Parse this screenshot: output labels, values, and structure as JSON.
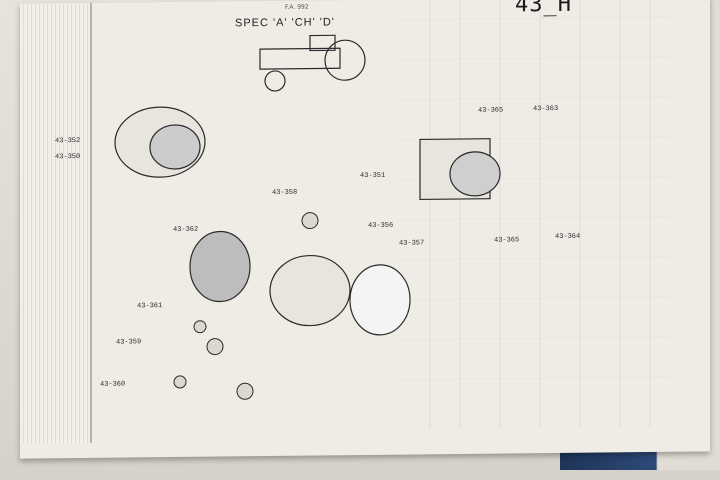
{
  "page": {
    "code": "43_H",
    "doc_id": "F.A. 992",
    "spec_title": "SPEC 'A' 'CH' 'D'"
  },
  "labels": [
    {
      "id": "l352",
      "text": "43-352"
    },
    {
      "id": "l350a",
      "text": "43-350"
    },
    {
      "id": "l365a",
      "text": "43-365"
    },
    {
      "id": "l363",
      "text": "43-363"
    },
    {
      "id": "l351",
      "text": "43-351"
    },
    {
      "id": "l356",
      "text": "43-356"
    },
    {
      "id": "l358",
      "text": "43-358"
    },
    {
      "id": "l362",
      "text": "43-362"
    },
    {
      "id": "l357",
      "text": "43-357"
    },
    {
      "id": "l365b",
      "text": "43-365"
    },
    {
      "id": "l364",
      "text": "43-364"
    },
    {
      "id": "l361",
      "text": "43-361"
    },
    {
      "id": "l359",
      "text": "43-359"
    },
    {
      "id": "l360",
      "text": "43-360"
    }
  ],
  "colors": {
    "paper": "#efece6",
    "cover": "#2d4a78",
    "ink": "#1b1b1b"
  }
}
